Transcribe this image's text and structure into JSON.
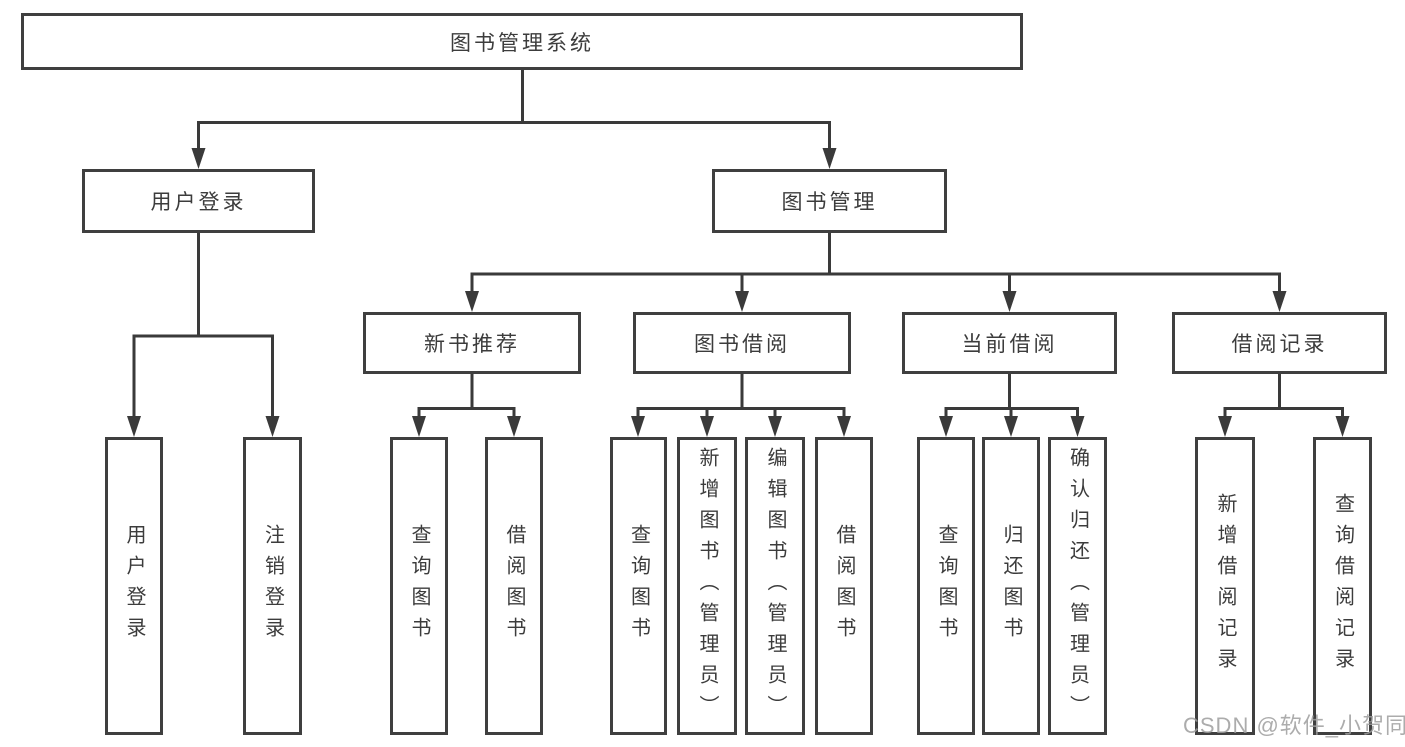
{
  "colors": {
    "line": "#3a3a3a",
    "box_border": "#3f3f3f",
    "watermark_text": "#ababab"
  },
  "tree": {
    "root": {
      "label": "图书管理系统"
    },
    "user": {
      "label": "用户登录",
      "children": [
        {
          "label": "用户登录"
        },
        {
          "label": "注销登录"
        }
      ]
    },
    "mgmt": {
      "label": "图书管理",
      "children": [
        {
          "label": "新书推荐",
          "children": [
            {
              "label": "查询图书"
            },
            {
              "label": "借阅图书"
            }
          ]
        },
        {
          "label": "图书借阅",
          "children": [
            {
              "label": "查询图书"
            },
            {
              "label": "新增图书（管理员）"
            },
            {
              "label": "编辑图书（管理员）"
            },
            {
              "label": "借阅图书"
            }
          ]
        },
        {
          "label": "当前借阅",
          "children": [
            {
              "label": "查询图书"
            },
            {
              "label": "归还图书"
            },
            {
              "label": "确认归还（管理员）"
            }
          ]
        },
        {
          "label": "借阅记录",
          "children": [
            {
              "label": "新增借阅记录"
            },
            {
              "label": "查询借阅记录"
            }
          ]
        }
      ]
    }
  },
  "watermark": "CSDN @软件_小贺同学"
}
